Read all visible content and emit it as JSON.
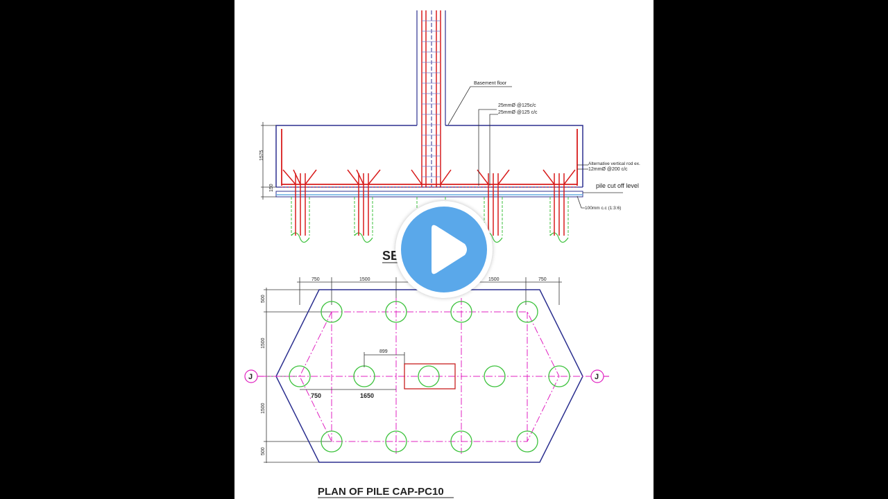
{
  "video": {
    "play_button": "play-icon"
  },
  "section": {
    "title_partial": "SE",
    "labels": {
      "basement_floor": "Basement floor",
      "rebar_top_1": "25mmØ @125c/c",
      "rebar_top_2": "25mmØ @125 c/c",
      "alt_vertical": "Alternative vertical rod ex.",
      "rebar_side": "12mmØ @200 c/c",
      "pile_cut_off": "pile cut off  level",
      "pcc": "100mm c.c (1:3:6)",
      "dim_depth": "1575",
      "dim_base": "150"
    }
  },
  "plan": {
    "title": "PLAN OF PILE CAP-PC10",
    "dims_top": [
      "750",
      "1500",
      "1500",
      "750"
    ],
    "dims_left": [
      "500",
      "1500",
      "1500",
      "500"
    ],
    "dim_offset": "899",
    "dim_bottom_left": "750",
    "dim_bottom_mid": "1650",
    "section_marker": "J"
  },
  "colors": {
    "outline": "#2b2f8f",
    "rebar": "#d81b1b",
    "pile": "#3cc23c",
    "centerline": "#e020c0",
    "play": "#5aa8ea"
  }
}
